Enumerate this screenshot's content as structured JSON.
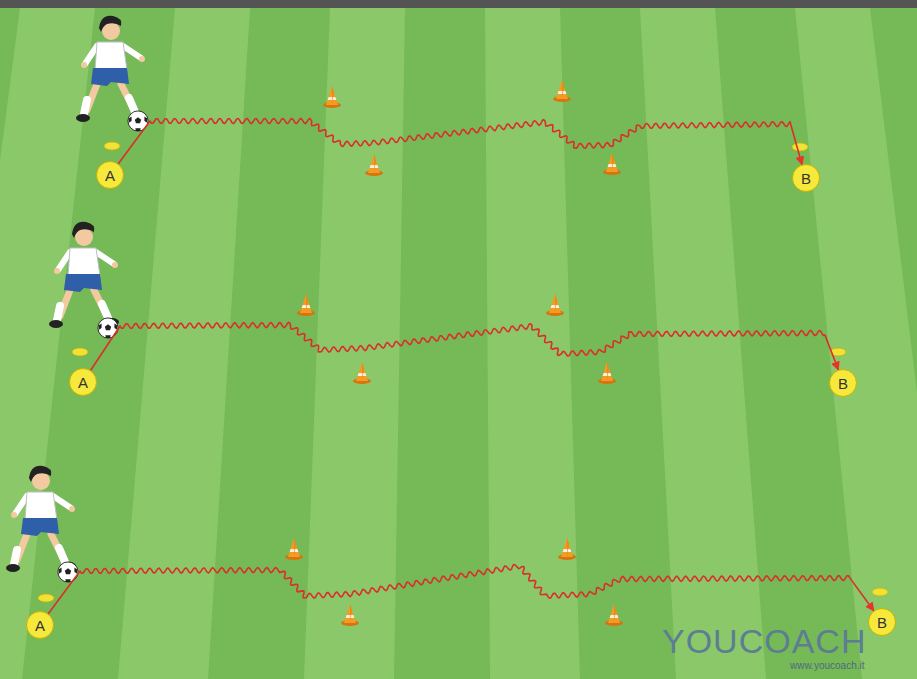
{
  "diagram": {
    "nodes": [
      {
        "text": [
          "A"
        ]
      },
      {
        "text": [
          "B"
        ]
      },
      {
        "text": [
          "A"
        ]
      },
      {
        "text": [
          "B"
        ]
      },
      {
        "text": [
          "A"
        ]
      },
      {
        "text": [
          "B"
        ]
      }
    ],
    "edges": [
      {
        "from": 0,
        "to": 1,
        "arrow": "to"
      },
      {
        "from": 2,
        "to": 3,
        "arrow": "to"
      },
      {
        "from": 4,
        "to": 5,
        "arrow": "to"
      }
    ],
    "labels": [
      "YOUCOACH",
      "www.youcoach.it"
    ]
  }
}
